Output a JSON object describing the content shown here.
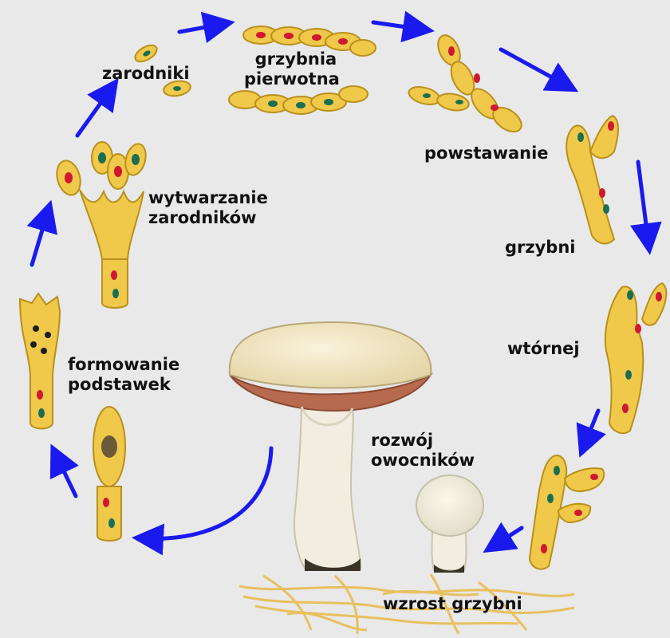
{
  "stages": {
    "spores": "zarodniki",
    "primary_mycelium": [
      "grzybnia",
      "pierwotna"
    ],
    "secondary_mycelium": [
      "powstawanie",
      "grzybni",
      "wtórnej"
    ],
    "fruiting_body_development": [
      "rozwój",
      "owocników"
    ],
    "mycelium_growth": "wzrost grzybni",
    "basidia_formation": [
      "formowanie",
      "podstawek"
    ],
    "spore_production": [
      "wytwarzanie",
      "zarodników"
    ]
  },
  "colors": {
    "background": "#e9e9e9",
    "arrow": "#1a1aee",
    "hypha": "#f0c84a",
    "hypha_outline": "#b8901c",
    "nucleus_red": "#d01830",
    "nucleus_green": "#1c6e50",
    "cap": "#efe4bf",
    "gills": "#b86a4e",
    "stem": "#f1ede0"
  }
}
